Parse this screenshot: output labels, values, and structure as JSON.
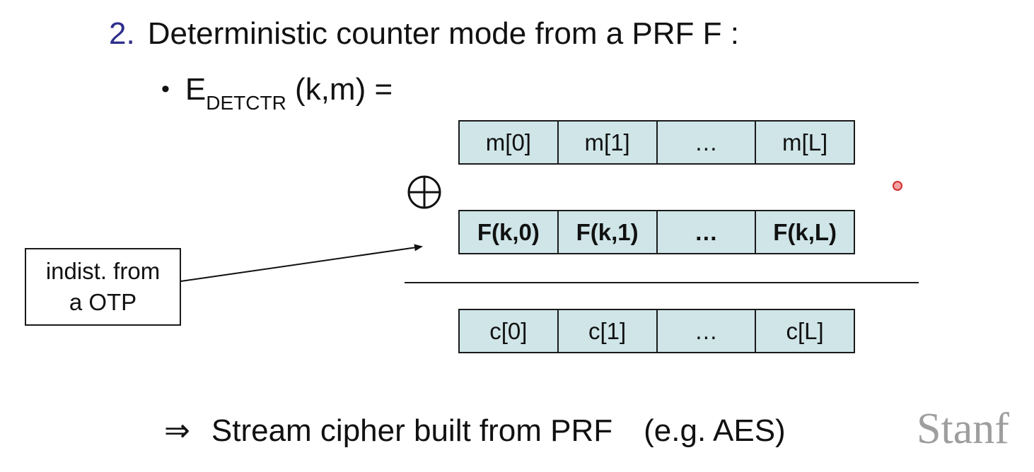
{
  "heading": {
    "number": "2.",
    "text": "Deterministic counter mode from a PRF  F :"
  },
  "bullet": {
    "dot": "•",
    "e": "E",
    "subscript": "DETCTR",
    "args": " (k,m)  ="
  },
  "rows": {
    "message": [
      "m[0]",
      "m[1]",
      "…",
      "m[L]"
    ],
    "prf": [
      "F(k,0)",
      "F(k,1)",
      "…",
      "F(k,L)"
    ],
    "ciphertext": [
      "c[0]",
      "c[1]",
      "…",
      "c[L]"
    ]
  },
  "note": {
    "line1": "indist. from",
    "line2": "a OTP"
  },
  "conclusion": {
    "implies": "⇒",
    "text": "Stream cipher built from PRF",
    "example": "(e.g.  AES)"
  },
  "logo": "Stanf",
  "colors": {
    "cell_fill": "#cfe5e8",
    "heading_number": "#2e2e8c",
    "logo": "#9e9e9e",
    "pointer": "#d32d2d"
  },
  "icons": {
    "xor": "circled-plus-icon",
    "pointer": "laser-pointer-dot-icon"
  }
}
